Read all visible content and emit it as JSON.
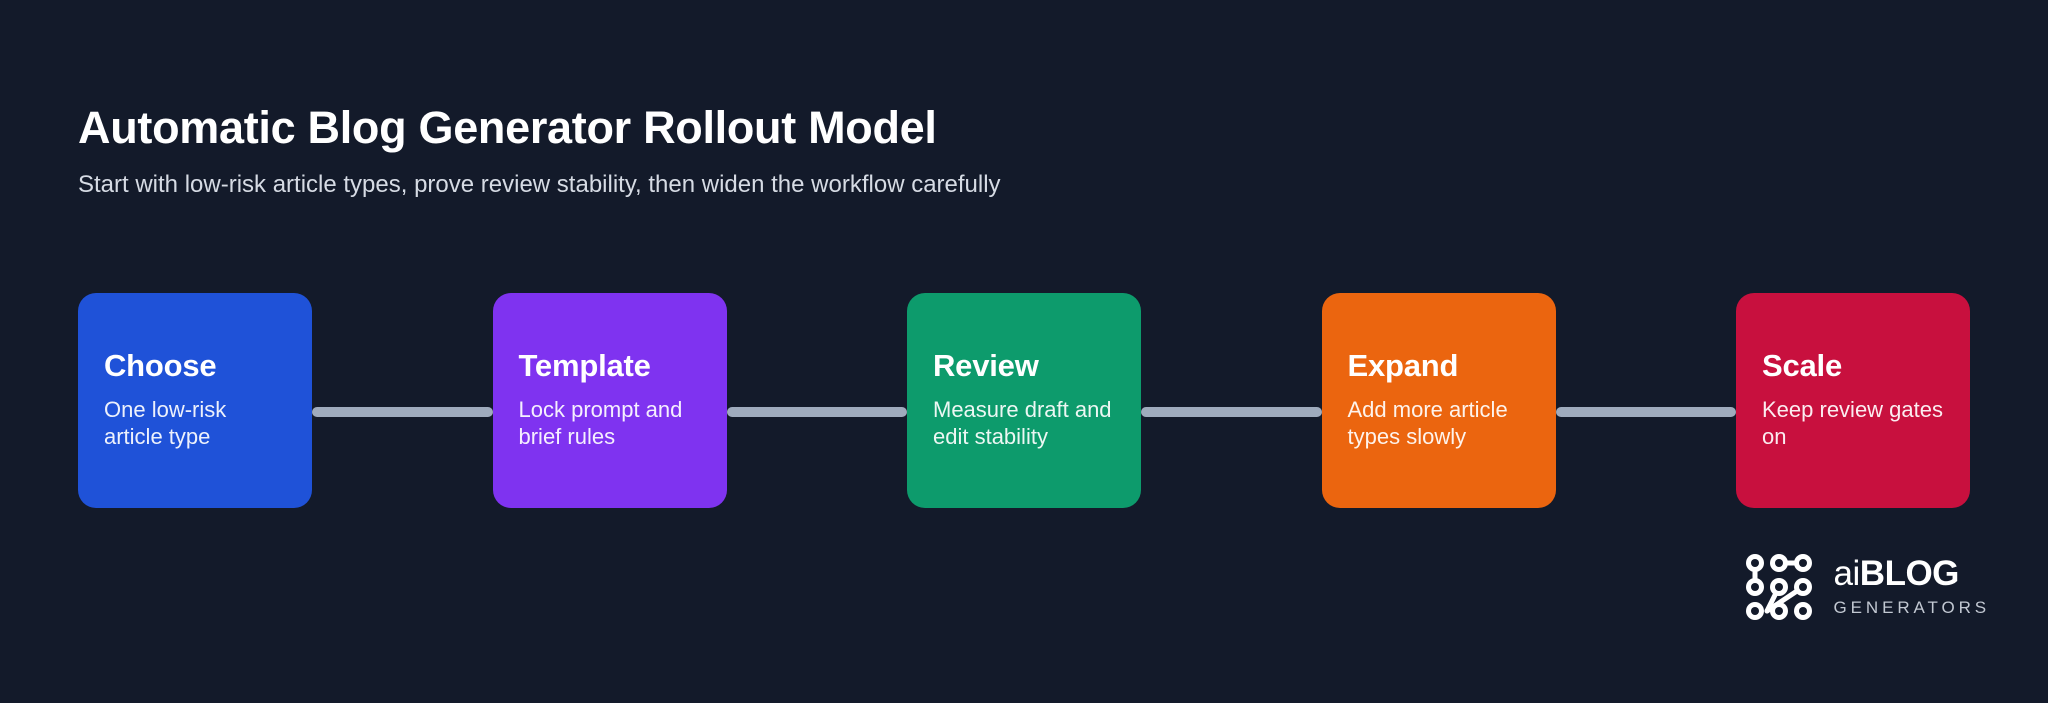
{
  "background_color": "#131a2a",
  "header": {
    "title": "Automatic Blog Generator Rollout Model",
    "subtitle": "Start with low-risk article types, prove review stability, then widen the workflow carefully"
  },
  "flow": {
    "connector_color": "#9fabbd",
    "steps": [
      {
        "title": "Choose",
        "description": "One low-risk article type",
        "color": "#1f52d8"
      },
      {
        "title": "Template",
        "description": "Lock prompt and brief rules",
        "color": "#7f33f0"
      },
      {
        "title": "Review",
        "description": "Measure draft and edit stability",
        "color": "#0d9b6c"
      },
      {
        "title": "Expand",
        "description": "Add more article types slowly",
        "color": "#eb650f"
      },
      {
        "title": "Scale",
        "description": "Keep review gates on",
        "color": "#c8103e"
      }
    ]
  },
  "logo": {
    "mark_icon": "node-network-icon",
    "word_light": "ai",
    "word_bold": "BLOG",
    "tagline": "GENERATORS",
    "mark_color": "#ffffff",
    "tagline_color": "#c2c8d2"
  }
}
